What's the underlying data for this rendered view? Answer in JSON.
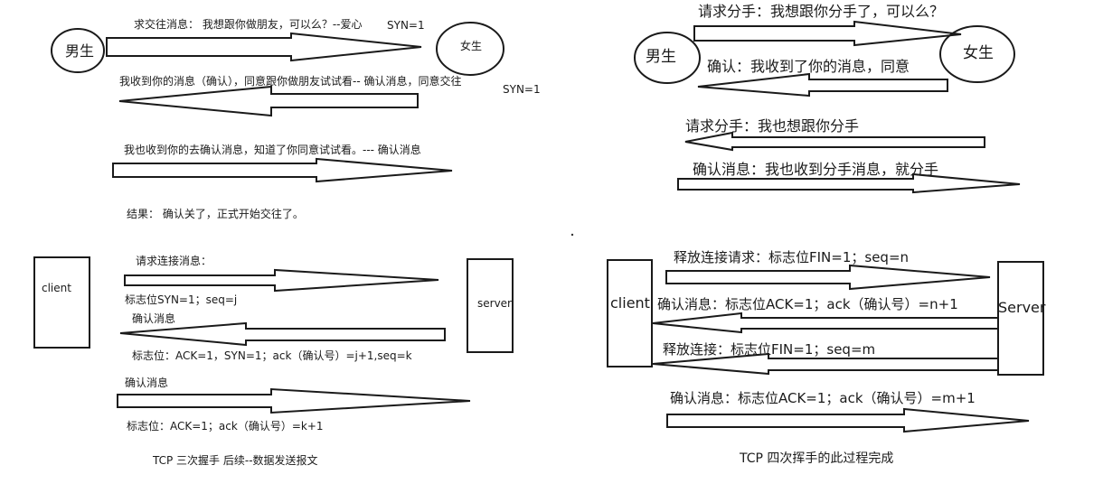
{
  "handshake": {
    "boy": "男生",
    "girl": "女生",
    "msg1": "求交往消息：  我想跟你做朋友，可以么？--爱心",
    "msg1_flag": "SYN=1",
    "msg2": "我收到你的消息（确认），同意跟你做朋友试试看-- 确认消息，同意交往",
    "msg2_flag": "SYN=1",
    "msg3": "我也收到你的去确认消息，知道了你同意试试看。--- 确认消息",
    "result": "结果：  确认关了，正式开始交往了。",
    "client": "client",
    "server": "server",
    "req_label": "请求连接消息：",
    "req_flags": "标志位SYN=1；seq=j",
    "ack1_label": "确认消息",
    "ack1_flags": "标志位：ACK=1，SYN=1；ack（确认号）=j+1,seq=k",
    "ack2_label": "确认消息",
    "ack2_flags": "标志位：ACK=1；ack（确认号）=k+1",
    "caption": "TCP 三次握手  后续--数据发送报文"
  },
  "wave": {
    "boy": "男生",
    "girl": "女生",
    "msg1": "请求分手：我想跟你分手了，可以么？",
    "msg2": "确认：我收到了你的消息，同意",
    "msg3": "请求分手：我也想跟你分手",
    "msg4": "确认消息：我也收到分手消息，就分手",
    "client": "client",
    "server": "Server",
    "fin1": "释放连接请求：标志位FIN=1；seq=n",
    "ack1": "确认消息：标志位ACK=1；ack（确认号）=n+1",
    "fin2": "释放连接：标志位FIN=1；seq=m",
    "ack2": "确认消息：标志位ACK=1；ack（确认号）=m+1",
    "caption": "TCP 四次挥手的此过程完成"
  }
}
